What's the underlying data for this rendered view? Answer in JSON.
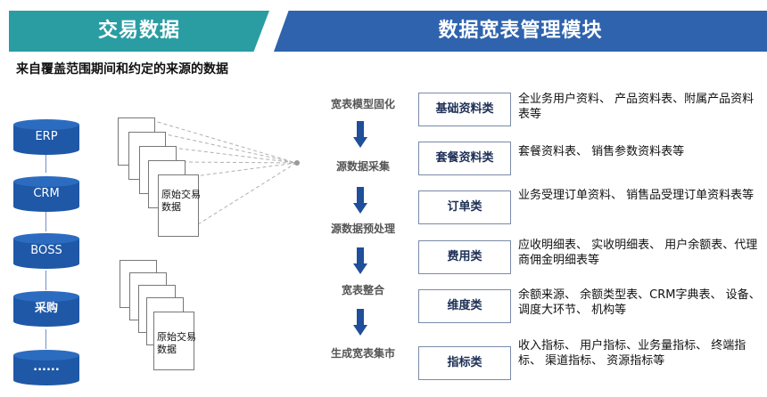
{
  "header": {
    "left_title": "交易数据",
    "right_title": "数据宽表管理模块"
  },
  "subtitle": "来自覆盖范围期间和约定的来源的数据",
  "sources": [
    "ERP",
    "CRM",
    "BOSS",
    "采购",
    "......"
  ],
  "raw_data_label_1": "原始交易数据",
  "raw_data_label_2": "原始交易数据",
  "process_steps": [
    "宽表模型固化",
    "源数据采集",
    "源数据预处理",
    "宽表整合",
    "生成宽表集市"
  ],
  "categories": [
    {
      "name": "基础资料类",
      "desc": "全业务用户资料、 产品资料表、附属产品资料表等"
    },
    {
      "name": "套餐资料类",
      "desc": "套餐资料表、 销售参数资料表等"
    },
    {
      "name": "订单类",
      "desc": "业务受理订单资料、 销售品受理订单资料表等"
    },
    {
      "name": "费用类",
      "desc": "应收明细表、 实收明细表、 用户余额表、代理商佣金明细表等"
    },
    {
      "name": "维度类",
      "desc": "余额来源、 余额类型表、CRM字典表、 设备、 调度大环节、 机构等"
    },
    {
      "name": "指标类",
      "desc": "收入指标、 用户指标、业务量指标、 终端指标、 渠道指标、 资源指标等"
    }
  ],
  "colors": {
    "teal": "#2a9da3",
    "blue": "#2f63ad",
    "cylinder": "#1f58a7",
    "arrow": "#1f4e9a"
  }
}
